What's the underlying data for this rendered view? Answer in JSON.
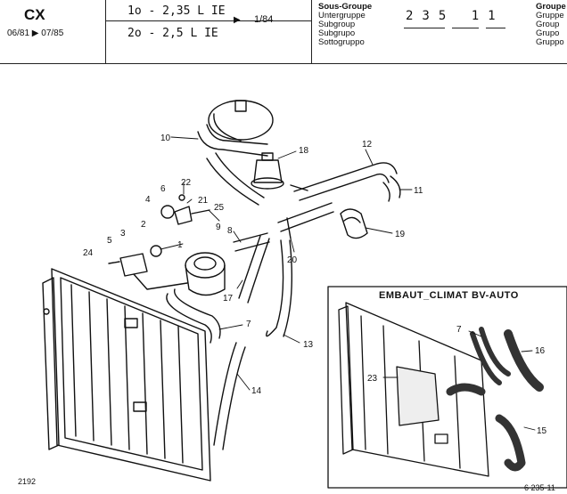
{
  "header": {
    "model": "CX",
    "dates": "06/81 ▶ 07/85",
    "engine_line_1": "1o - 2,35 L IE",
    "engine_line_2": "2o - 2,5 L IE",
    "arrow": "▶",
    "page_ref": "1/84",
    "subgroup_labels": [
      "Sous-Groupe",
      "Untergruppe",
      "Subgroup",
      "Subgrupo",
      "Sottogruppo"
    ],
    "subgroup_code": "235 11",
    "group_labels": [
      "Groupe",
      "Gruppe",
      "Group",
      "Grupo",
      "Gruppo"
    ]
  },
  "diagram": {
    "part_labels": [
      "1",
      "2",
      "3",
      "4",
      "5",
      "6",
      "7",
      "8",
      "9",
      "10",
      "11",
      "12",
      "13",
      "14",
      "17",
      "18",
      "19",
      "20",
      "21",
      "22",
      "24",
      "25"
    ],
    "inset": {
      "title": "EMBAUT_CLIMAT BV-AUTO",
      "part_labels": [
        "7",
        "15",
        "16",
        "23"
      ]
    }
  },
  "footer": {
    "left_code": "2192",
    "right_code": "6 235-11"
  }
}
